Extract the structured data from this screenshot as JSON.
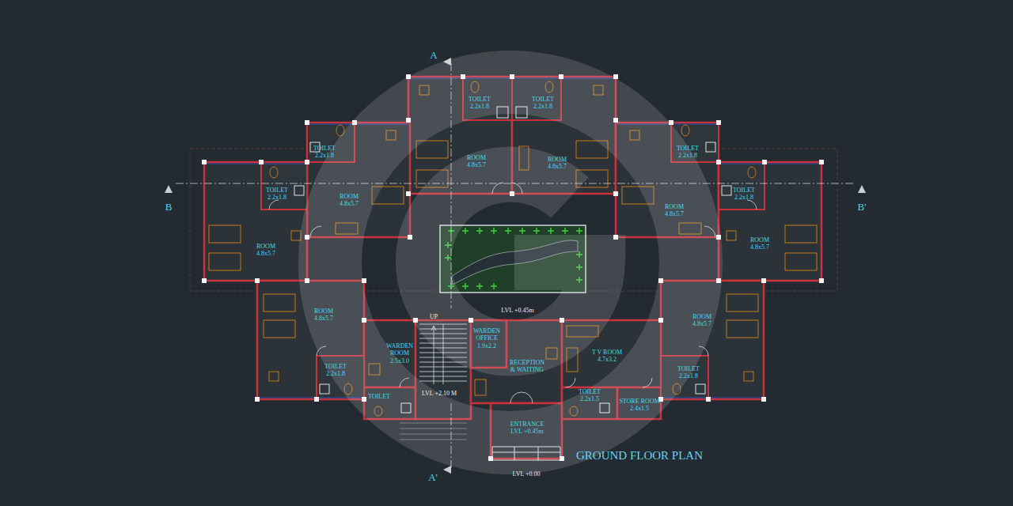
{
  "diagram": {
    "title": "GROUND FLOOR PLAN",
    "nodes": [
      {
        "text": [
          "TOILET",
          "2.2x1.8"
        ]
      },
      {
        "text": [
          "TOILET",
          "2.2x1.8"
        ]
      },
      {
        "text": [
          "ROOM",
          "4.8x5.7"
        ]
      },
      {
        "text": [
          "ROOM",
          "4.8x5.7"
        ]
      },
      {
        "text": [
          "TOILET",
          "2.2x1.8"
        ]
      },
      {
        "text": [
          "TOILET",
          "2.2x1.8"
        ]
      },
      {
        "text": [
          "ROOM",
          "4.8x5.7"
        ]
      },
      {
        "text": [
          "ROOM",
          "4.8x5.7"
        ]
      },
      {
        "text": [
          "TOILET",
          "2.2x1.8"
        ]
      },
      {
        "text": [
          "TOILET",
          "2.2x1.8"
        ]
      },
      {
        "text": [
          "ROOM",
          "4.8x5.7"
        ]
      },
      {
        "text": [
          "ROOM",
          "4.8x5.7"
        ]
      },
      {
        "text": [
          "ROOM",
          "4.8x5.7"
        ]
      },
      {
        "text": [
          "WARDEN ROOM",
          "2.5x3.0"
        ]
      },
      {
        "text": [
          "TOILET",
          "2.2x1.8"
        ]
      },
      {
        "text": [
          "TOILET"
        ]
      },
      {
        "text": [
          "WARDEN OFFICE",
          "1.9x2.2"
        ]
      },
      {
        "text": [
          "RECEPTION & WAITING"
        ]
      },
      {
        "text": [
          "T V ROOM",
          "4.7x3.2"
        ]
      },
      {
        "text": [
          "TOILET",
          "2.2x1.5"
        ]
      },
      {
        "text": [
          "STORE ROOM",
          "2.4x1.5"
        ]
      },
      {
        "text": [
          "ROOM",
          "4.8x5.7"
        ]
      },
      {
        "text": [
          "TOILET",
          "2.2x1.8"
        ]
      },
      {
        "text": [
          "ENTRANCE",
          "LVL +0.45m"
        ]
      }
    ],
    "labels": [
      "A",
      "A'",
      "B",
      "B'",
      "LVL +0.45m",
      "UP",
      "LVL +2.10 M",
      "LVL +0.00"
    ]
  }
}
